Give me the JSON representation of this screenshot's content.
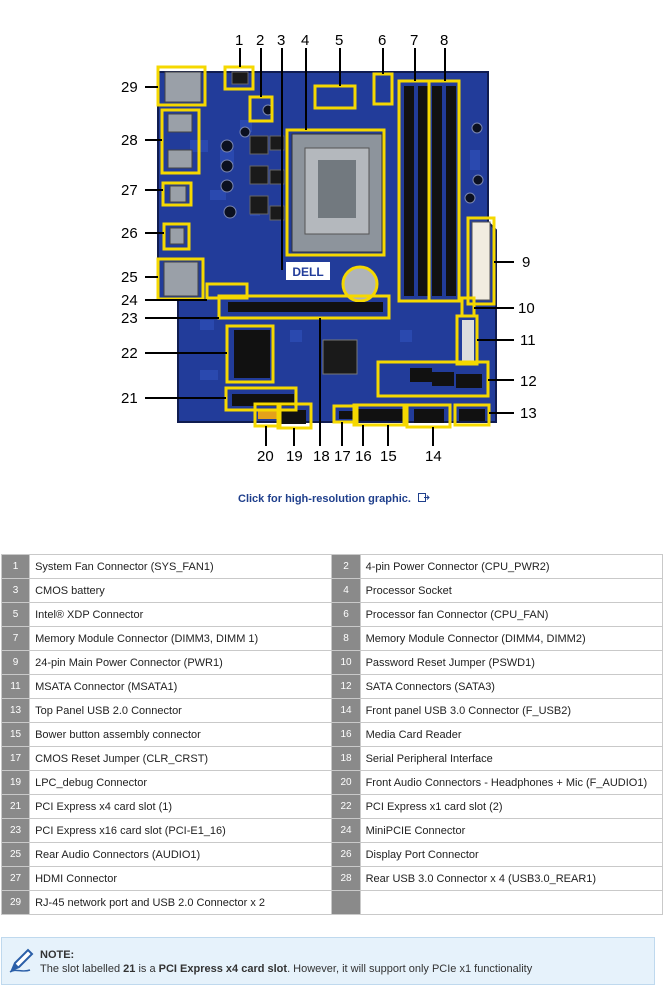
{
  "callouts": [
    "1",
    "2",
    "3",
    "4",
    "5",
    "6",
    "7",
    "8",
    "9",
    "10",
    "11",
    "12",
    "13",
    "14",
    "15",
    "16",
    "17",
    "18",
    "19",
    "20",
    "21",
    "22",
    "23",
    "24",
    "25",
    "26",
    "27",
    "28",
    "29"
  ],
  "hires_link": {
    "label": "Click for high-resolution graphic.",
    "icon": "external-link-icon"
  },
  "rows": [
    {
      "n1": "1",
      "d1": "System Fan Connector (SYS_FAN1)",
      "n2": "2",
      "d2": "4-pin Power Connector (CPU_PWR2)"
    },
    {
      "n1": "3",
      "d1": "CMOS battery",
      "n2": "4",
      "d2": "Processor Socket"
    },
    {
      "n1": "5",
      "d1": "Intel® XDP Connector",
      "n2": "6",
      "d2": "Processor fan Connector (CPU_FAN)"
    },
    {
      "n1": "7",
      "d1": "Memory Module Connector (DIMM3, DIMM 1)",
      "n2": "8",
      "d2": "Memory Module Connector (DIMM4, DIMM2)"
    },
    {
      "n1": "9",
      "d1": "24-pin Main Power Connector (PWR1)",
      "n2": "10",
      "d2": "Password Reset Jumper (PSWD1)"
    },
    {
      "n1": "11",
      "d1": "MSATA Connector (MSATA1)",
      "n2": "12",
      "d2": "SATA Connectors (SATA3)"
    },
    {
      "n1": "13",
      "d1": "Top Panel USB 2.0 Connector",
      "n2": "14",
      "d2": "Front panel USB 3.0 Connector (F_USB2)"
    },
    {
      "n1": "15",
      "d1": "Bower button assembly connector",
      "n2": "16",
      "d2": "Media Card Reader"
    },
    {
      "n1": "17",
      "d1": "CMOS Reset Jumper (CLR_CRST)",
      "n2": "18",
      "d2": "Serial Peripheral Interface"
    },
    {
      "n1": "19",
      "d1": "LPC_debug Connector",
      "n2": "20",
      "d2": "Front Audio Connectors - Headphones + Mic (F_AUDIO1)"
    },
    {
      "n1": "21",
      "d1": "PCI Express x4 card slot (1)",
      "n2": "22",
      "d2": "PCI Express x1 card slot (2)"
    },
    {
      "n1": "23",
      "d1": "PCI Express x16 card slot (PCI-E1_16)",
      "n2": "24",
      "d2": "MiniPCIE Connector"
    },
    {
      "n1": "25",
      "d1": "Rear Audio Connectors (AUDIO1)",
      "n2": "26",
      "d2": "Display Port Connector"
    },
    {
      "n1": "27",
      "d1": "HDMI Connector",
      "n2": "28",
      "d2": "Rear USB 3.0 Connector x 4 (USB3.0_REAR1)"
    },
    {
      "n1": "29",
      "d1": "RJ-45 network port and USB 2.0 Connector x 2",
      "n2": "",
      "d2": ""
    }
  ],
  "note": {
    "title": "NOTE:",
    "text_before": "The slot labelled ",
    "slot_number": "21",
    "text_mid": " is a ",
    "slot_type": "PCI Express x4 card slot",
    "text_after": ". However, it will support only PCIe x1 functionality",
    "icon": "pencil-note-icon"
  },
  "colors": {
    "board": "#223c9a",
    "highlight": "#f5d800",
    "table_number_bg": "#8a8a8a",
    "note_bg": "#e6f2fb",
    "link": "#1f3f8c"
  }
}
